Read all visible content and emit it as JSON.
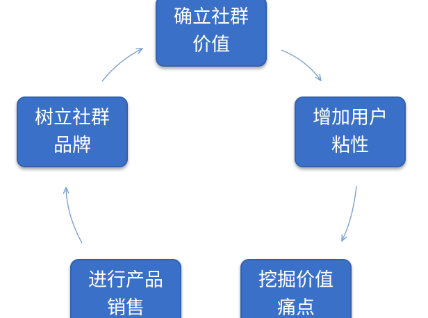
{
  "nodes": [
    {
      "line1": "确立社群",
      "line2": "价值"
    },
    {
      "line1": "增加用户",
      "line2": "粘性"
    },
    {
      "line1": "挖掘价值",
      "line2": "痛点"
    },
    {
      "line1": "进行产品",
      "line2": "销售"
    },
    {
      "line1": "树立社群",
      "line2": "品牌"
    }
  ],
  "colors": {
    "node_fill": "#3a70c8",
    "node_border": "#3261b0",
    "node_text": "#ffffff",
    "arrow": "#7aa0cc"
  }
}
